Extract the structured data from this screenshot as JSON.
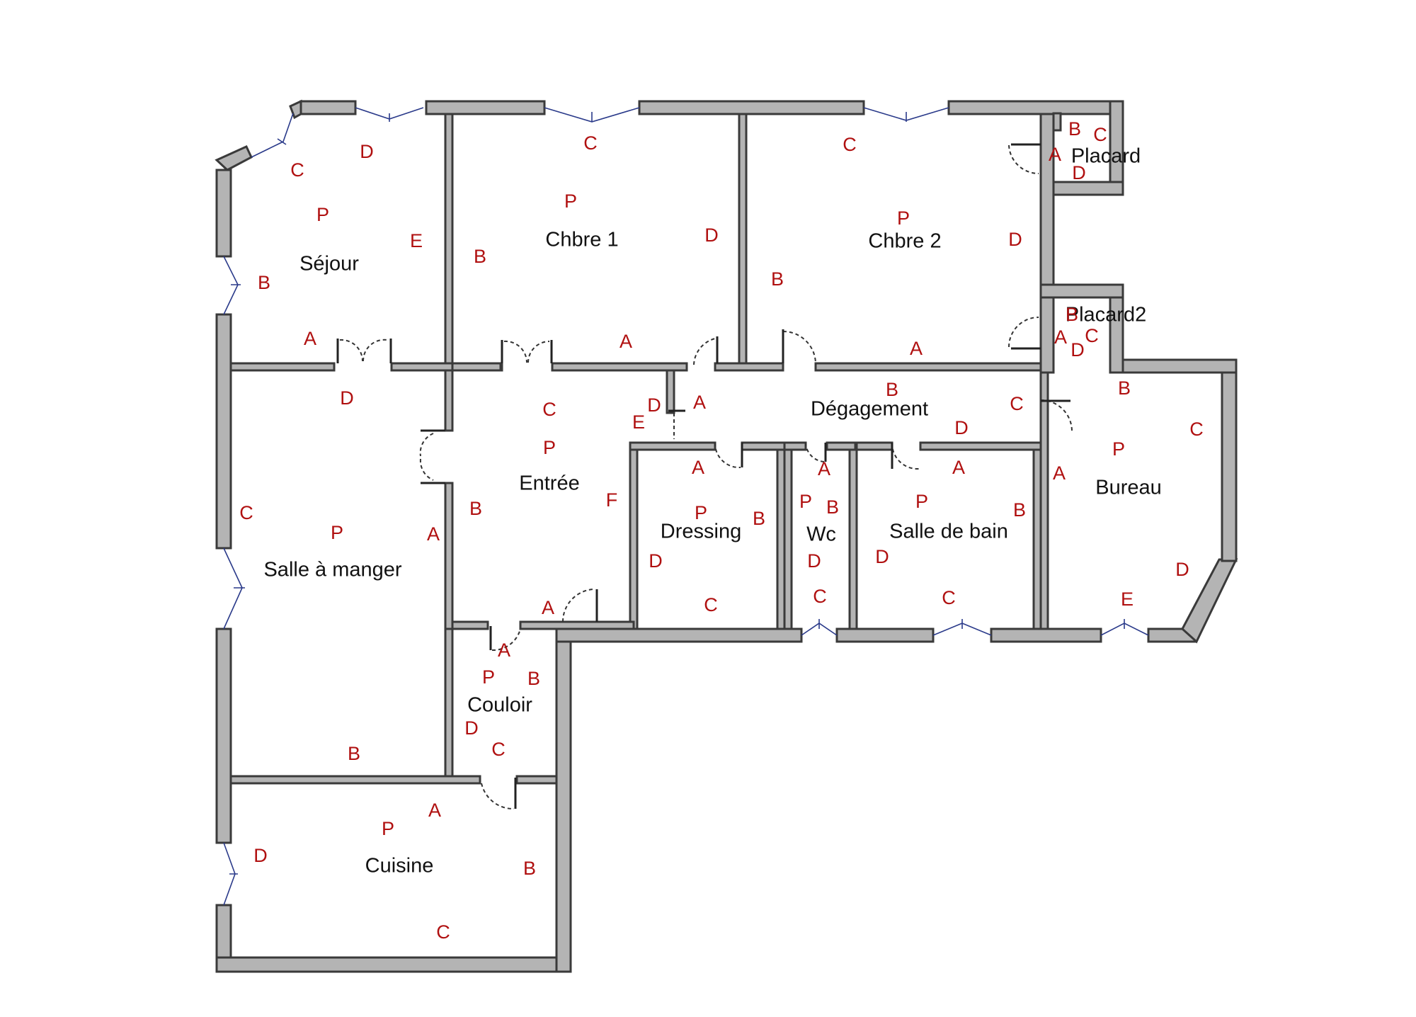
{
  "rooms": {
    "sejour": "Séjour",
    "chbre1": "Chbre 1",
    "chbre2": "Chbre 2",
    "placard": "Placard",
    "placard2": "Placard2",
    "degagement": "Dégagement",
    "entree": "Entrée",
    "dressing": "Dressing",
    "wc": "Wc",
    "salle_de_bain": "Salle de bain",
    "bureau": "Bureau",
    "salle_a_manger": "Salle à manger",
    "couloir": "Couloir",
    "cuisine": "Cuisine"
  },
  "labels": {
    "a": "A",
    "b": "B",
    "c": "C",
    "d": "D",
    "e": "E",
    "f": "F",
    "p": "P"
  },
  "colors": {
    "wall": "#b4b4b4",
    "label": "#b01010",
    "window": "#2a3a8a",
    "room_text": "#111111"
  }
}
